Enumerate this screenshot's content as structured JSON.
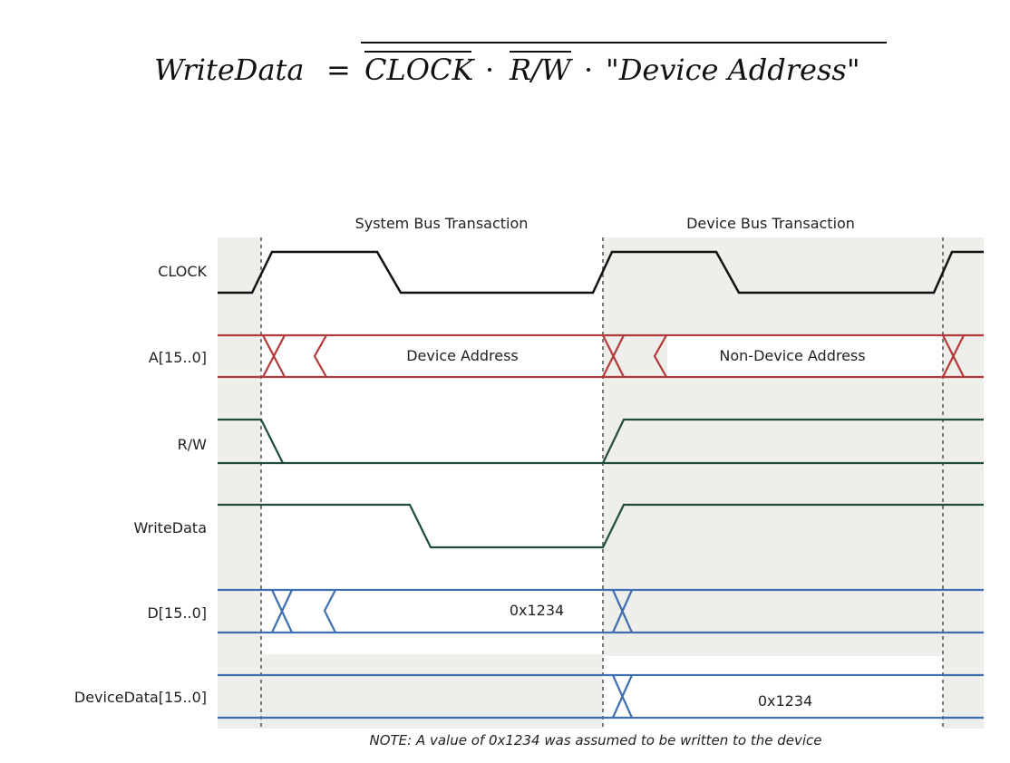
{
  "equation": {
    "lhs": "WriteData",
    "equals": "=",
    "term1": "CLOCK",
    "dot1": "·",
    "term2": "R/W",
    "dot2": "·",
    "term3": "\"Device Address\""
  },
  "timing": {
    "sections": {
      "system": "System Bus Transaction",
      "device": "Device Bus Transaction"
    },
    "signals": [
      {
        "id": "clock",
        "label": "CLOCK",
        "color": "#111111"
      },
      {
        "id": "address",
        "label": "A[15..0]",
        "color": "#b23a3a"
      },
      {
        "id": "rw",
        "label": "R/W",
        "color": "#1f4d3a"
      },
      {
        "id": "writedata",
        "label": "WriteData",
        "color": "#1f4d3a"
      },
      {
        "id": "dbus",
        "label": "D[15..0]",
        "color": "#3f6fb0"
      },
      {
        "id": "devicedata",
        "label": "DeviceData[15..0]",
        "color": "#3f6fb0"
      }
    ],
    "bus_values": {
      "address_system": "Device Address",
      "address_device": "Non-Device Address",
      "dbus_system": "0x1234",
      "devicedata_device": "0x1234"
    },
    "note": "NOTE: A value of 0x1234 was assumed to be written to the device",
    "colors": {
      "shade": "#eeeeea",
      "divider": "#7a7a7a"
    }
  }
}
